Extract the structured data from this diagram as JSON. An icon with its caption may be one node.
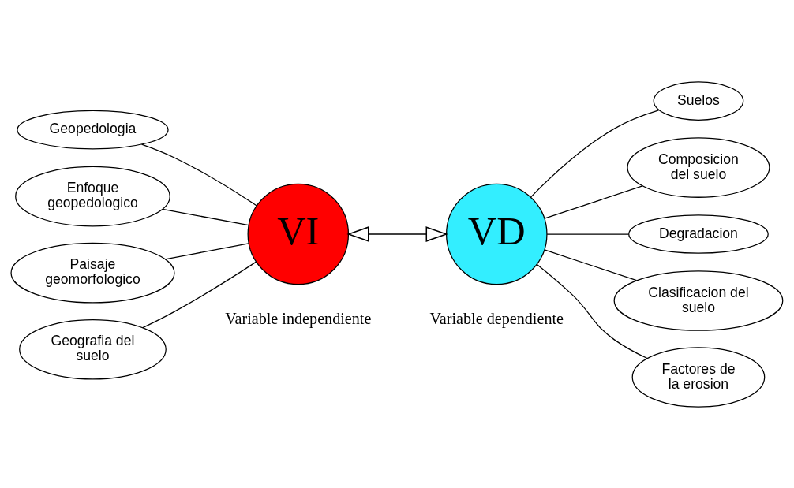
{
  "diagram": {
    "nodes": [
      {
        "text": [
          "VI"
        ]
      },
      {
        "text": [
          "Geopedologia"
        ]
      },
      {
        "text": [
          "Enfoque geopedologico"
        ]
      },
      {
        "text": [
          "Paisaje geomorfologico"
        ]
      },
      {
        "text": [
          "Geografia del suelo"
        ]
      },
      {
        "text": [
          "VD"
        ]
      },
      {
        "text": [
          "Suelos"
        ]
      },
      {
        "text": [
          "Composicion del suelo"
        ]
      },
      {
        "text": [
          "Degradacion"
        ]
      },
      {
        "text": [
          "Clasificacion del suelo"
        ]
      },
      {
        "text": [
          "Factores de la erosion"
        ]
      }
    ],
    "edges": [
      {
        "from": 1,
        "to": 0,
        "arrow": "none"
      },
      {
        "from": 2,
        "to": 0,
        "arrow": "none"
      },
      {
        "from": 3,
        "to": 0,
        "arrow": "none"
      },
      {
        "from": 4,
        "to": 0,
        "arrow": "none"
      },
      {
        "from": 0,
        "to": 5,
        "arrow": "both"
      },
      {
        "from": 5,
        "to": 6,
        "arrow": "none"
      },
      {
        "from": 5,
        "to": 7,
        "arrow": "none"
      },
      {
        "from": 5,
        "to": 8,
        "arrow": "none"
      },
      {
        "from": 5,
        "to": 9,
        "arrow": "none"
      },
      {
        "from": 5,
        "to": 10,
        "arrow": "none"
      }
    ],
    "labels": [
      "Variable independiente",
      "Variable dependiente"
    ]
  }
}
